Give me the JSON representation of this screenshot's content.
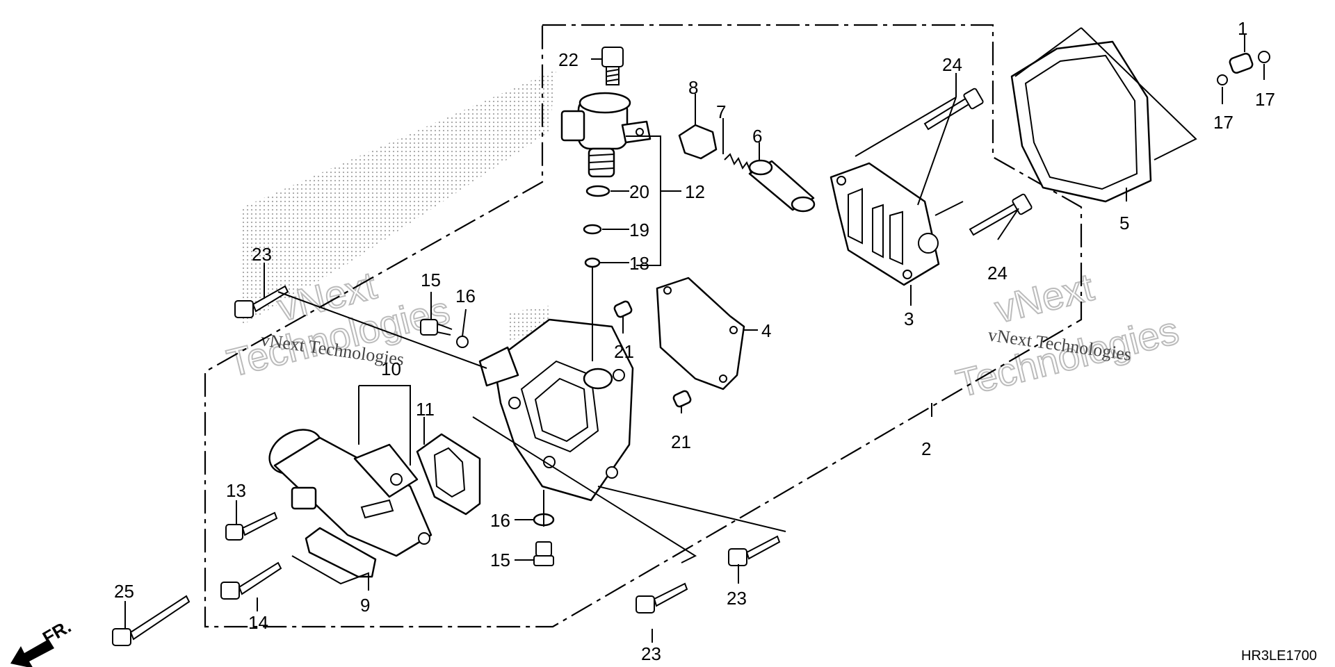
{
  "diagram": {
    "code": "HR3LE1700",
    "direction_label": "FR.",
    "watermark": {
      "line1": "vNext",
      "line2": "Technologies",
      "small": "vNext Technologies"
    },
    "callouts": {
      "c1": "1",
      "c2": "2",
      "c3": "3",
      "c4": "4",
      "c5": "5",
      "c6": "6",
      "c7": "7",
      "c8": "8",
      "c9": "9",
      "c10": "10",
      "c11": "11",
      "c12": "12",
      "c13": "13",
      "c14": "14",
      "c15a": "15",
      "c15b": "15",
      "c16a": "16",
      "c16b": "16",
      "c17a": "17",
      "c17b": "17",
      "c18": "18",
      "c19": "19",
      "c20": "20",
      "c21a": "21",
      "c21b": "21",
      "c22": "22",
      "c23a": "23",
      "c23b": "23",
      "c23c": "23",
      "c24a": "24",
      "c24b": "24",
      "c25": "25"
    }
  }
}
